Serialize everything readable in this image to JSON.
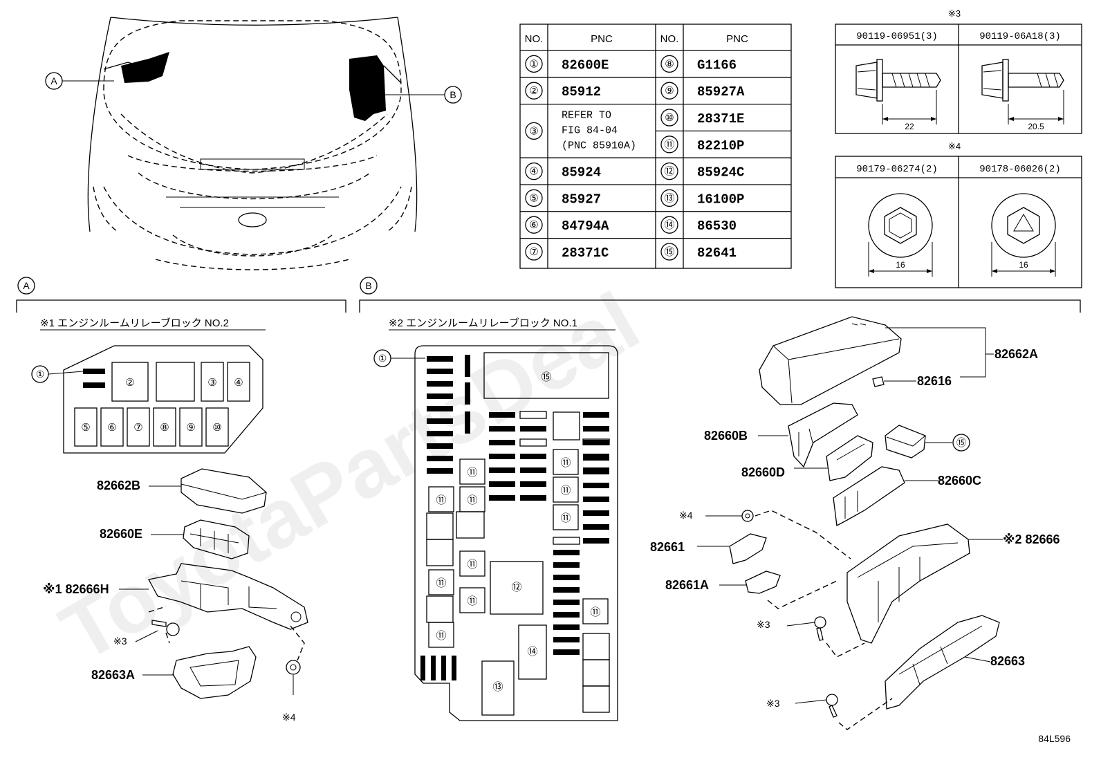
{
  "pnc_table": {
    "header_no": "NO.",
    "header_pnc": "PNC",
    "rows_left": [
      {
        "no": "①",
        "pnc": "82600E"
      },
      {
        "no": "②",
        "pnc": "85912"
      },
      {
        "no": "③",
        "pnc": "REFER TO",
        "pnc2": "FIG 84-04",
        "pnc3": "(PNC 85910A)"
      },
      {
        "no": "④",
        "pnc": "85924"
      },
      {
        "no": "⑤",
        "pnc": "85927"
      },
      {
        "no": "⑥",
        "pnc": "84794A"
      },
      {
        "no": "⑦",
        "pnc": "28371C"
      }
    ],
    "rows_right": [
      {
        "no": "⑧",
        "pnc": "G1166"
      },
      {
        "no": "⑨",
        "pnc": "85927A"
      },
      {
        "no": "⑩",
        "pnc": "28371E"
      },
      {
        "no": "⑪",
        "pnc": "82210P"
      },
      {
        "no": "⑫",
        "pnc": "85924C"
      },
      {
        "no": "⑬",
        "pnc": "16100P"
      },
      {
        "no": "⑭",
        "pnc": "86530"
      },
      {
        "no": "⑮",
        "pnc": "82641"
      }
    ]
  },
  "bolts": {
    "mark3": "※3",
    "mark4": "※4",
    "b1": {
      "part": "90119-06951(3)",
      "dim": "22"
    },
    "b2": {
      "part": "90119-06A18(3)",
      "dim": "20.5"
    },
    "n1": {
      "part": "90179-06274(2)",
      "dim": "16"
    },
    "n2": {
      "part": "90178-06026(2)",
      "dim": "16"
    }
  },
  "car": {
    "callout_a": "A",
    "callout_b": "B"
  },
  "section_a": {
    "marker": "A",
    "title": "※1 エンジンルームリレーブロック NO.2",
    "relay_nums": [
      "②",
      "③",
      "④",
      "⑤",
      "⑥",
      "⑦",
      "⑧",
      "⑨",
      "⑩"
    ],
    "callout1": "①",
    "parts": [
      "82662B",
      "82660E",
      "※1 82666H",
      "82663A"
    ],
    "mark3": "※3",
    "mark4": "※4"
  },
  "section_b": {
    "marker": "B",
    "title": "※2 エンジンルームリレーブロック NO.1",
    "callout1": "①",
    "n11": "⑪",
    "n12": "⑫",
    "n13": "⑬",
    "n14": "⑭",
    "n15": "⑮",
    "parts": {
      "p82662A": "82662A",
      "p82616": "82616",
      "p82660B": "82660B",
      "p82660D": "82660D",
      "p82660C": "82660C",
      "p82661": "82661",
      "p82661A": "82661A",
      "p82666": "※2 82666",
      "p82663": "82663",
      "m4": "※4",
      "m3a": "※3",
      "m3b": "※3",
      "c15": "⑮"
    }
  },
  "figure_code": "84L596",
  "watermark": "ToyotaPartsDeal"
}
